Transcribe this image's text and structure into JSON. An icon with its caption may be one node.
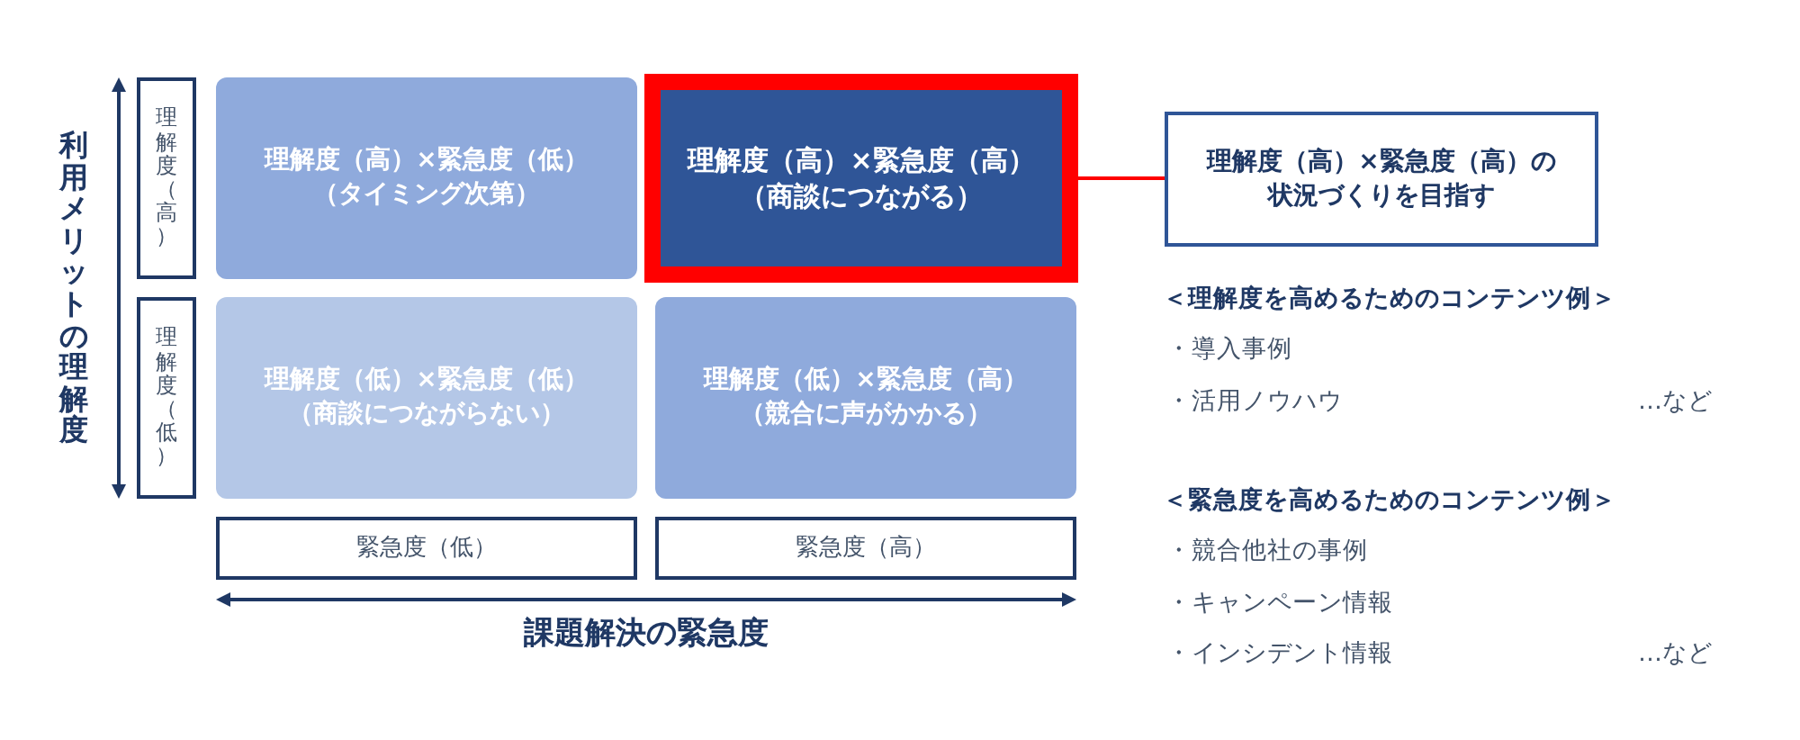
{
  "diagram": {
    "nodes": [
      {
        "text": [
          "理解度（高）×緊急度（低）",
          "（タイミング次第）"
        ]
      },
      {
        "text": [
          "理解度（高）×緊急度（高）",
          "（商談につながる）"
        ]
      },
      {
        "text": [
          "理解度（低）×緊急度（低）",
          "（商談につながらない）"
        ]
      },
      {
        "text": [
          "理解度（低）×緊急度（高）",
          "（競合に声がかかる）"
        ]
      },
      {
        "text": [
          "理解度（高）×緊急度（高）の状況づくりを目指す"
        ]
      },
      {
        "text": [
          "理解度（高）"
        ]
      },
      {
        "text": [
          "理解度（低）"
        ]
      },
      {
        "text": [
          "緊急度（低）"
        ]
      },
      {
        "text": [
          "緊急度（高）"
        ]
      }
    ],
    "edges": [
      {
        "from": 1,
        "to": 4,
        "arrow": "none",
        "color": "#ff0000"
      }
    ],
    "labels": [
      "利用メリットの理解度",
      "＜理解度を高めるためのコンテンツ例＞",
      "・導入事例",
      "・活用ノウハウ",
      "…など",
      "＜緊急度を高めるためのコンテンツ例＞",
      "・競合他社の事例",
      "・キャンペーン情報",
      "・インシデント情報",
      "…など",
      "課題解決の緊急度"
    ]
  }
}
